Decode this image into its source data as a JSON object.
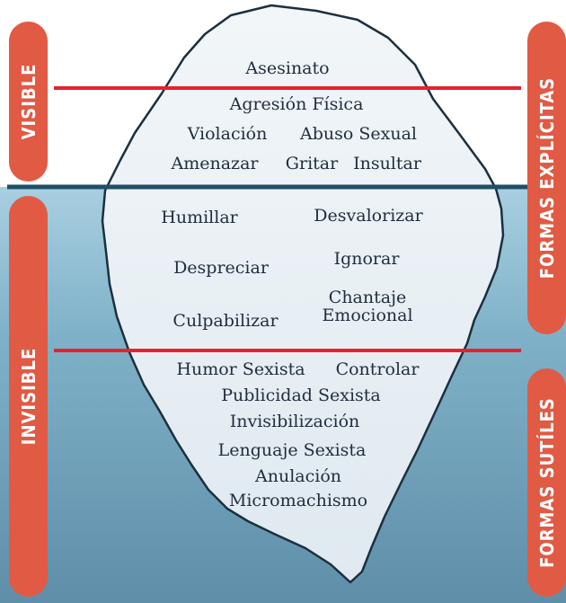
{
  "left_labels": {
    "visible": "VISIBLE",
    "invisible": "INVISIBLE"
  },
  "right_labels": {
    "explicit": "FORMAS EXPLÍCITAS",
    "subtle": "FORMAS SUTÍLES"
  },
  "tip": [
    "Asesinato",
    "Agresión Física",
    "Violación",
    "Abuso Sexual",
    "Amenazar",
    "Gritar",
    "Insultar"
  ],
  "middle": [
    "Humillar",
    "Desvalorizar",
    "Despreciar",
    "Ignorar",
    "Chantaje\nEmocional",
    "Culpabilizar"
  ],
  "bottom": [
    "Humor Sexista",
    "Controlar",
    "Publicidad Sexista",
    "Invisibilización",
    "Lenguaje Sexista",
    "Anulación",
    "Micromachismo"
  ],
  "colors": {
    "accent": "#e15a44",
    "line_red": "#e8212e",
    "waterline": "#1e4f66",
    "water": "#6fa6c0",
    "iceberg": "#e6eef4",
    "text": "#1f2d3d"
  }
}
